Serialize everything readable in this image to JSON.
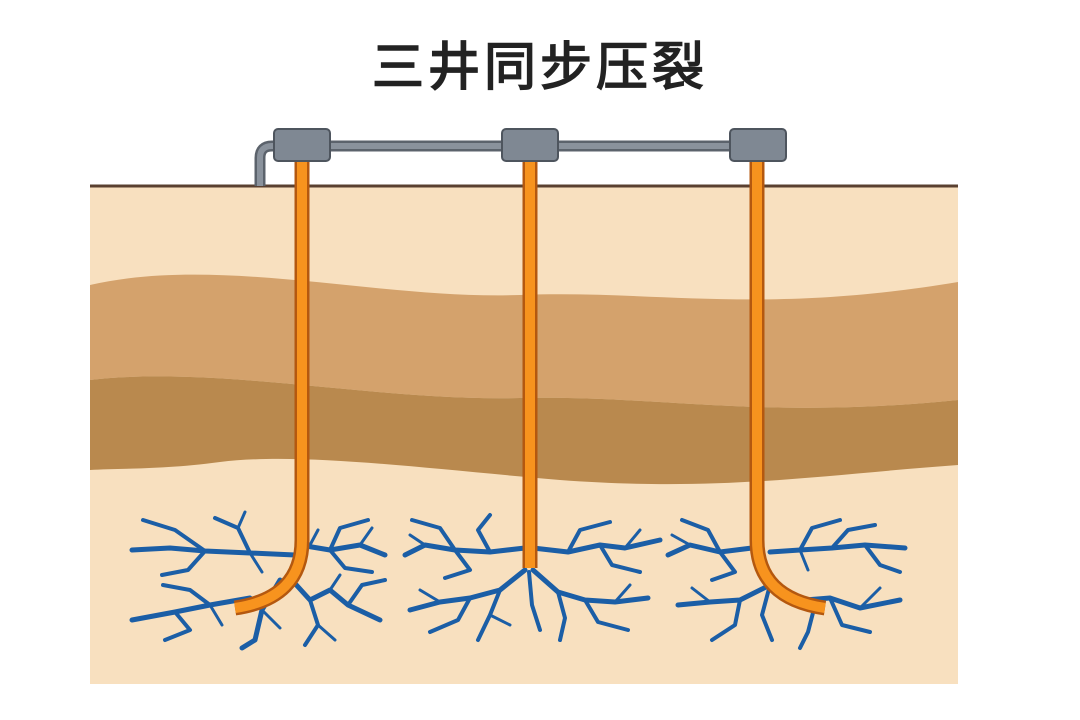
{
  "title": "三井同步压裂",
  "colors": {
    "surface_soil": "#F8E0BF",
    "layer_light": "#D4A26C",
    "layer_dark": "#B9894E",
    "deep_soil": "#F8E0BF",
    "ground_line": "#5A4030",
    "wellbore": "#F7931E",
    "wellbore_outline": "#B4580F",
    "wellhead": "#7F8893",
    "manifold_pipe": "#707883",
    "fractures": "#1B5EA6"
  },
  "wells": [
    {
      "id": "well-left",
      "lateral": "left"
    },
    {
      "id": "well-center",
      "lateral": "none"
    },
    {
      "id": "well-right",
      "lateral": "right"
    }
  ]
}
